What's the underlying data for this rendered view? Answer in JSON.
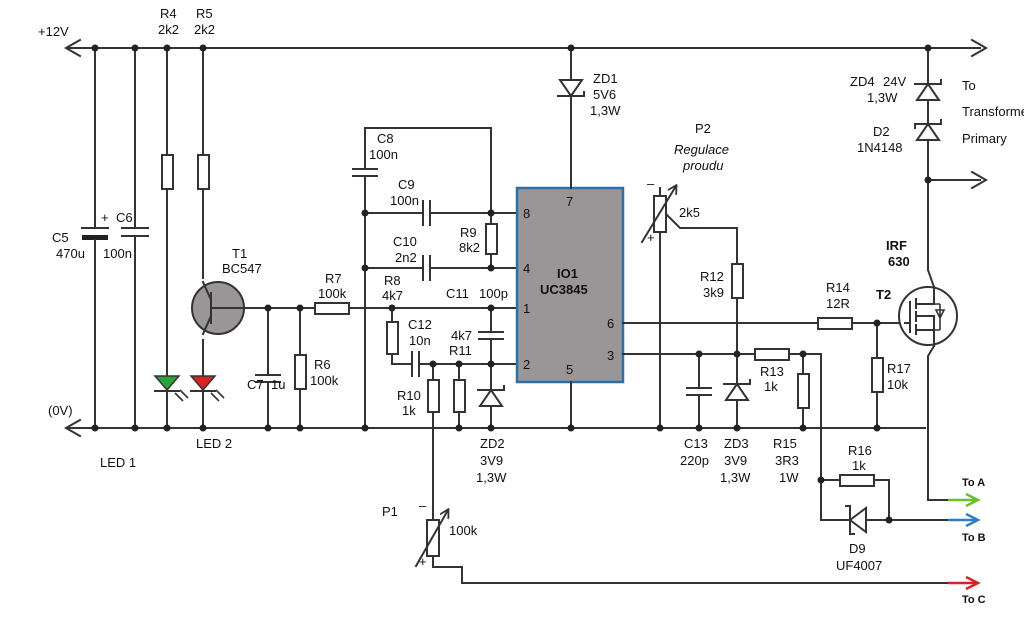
{
  "rails": {
    "vcc": "+12V",
    "gnd": "(0V)"
  },
  "ic": {
    "ref": "IO1",
    "part": "UC3845",
    "pins": {
      "p1": "1",
      "p2": "2",
      "p3": "3",
      "p4": "4",
      "p5": "5",
      "p6": "6",
      "p7": "7",
      "p8": "8"
    }
  },
  "components": {
    "C5": {
      "ref": "C5",
      "value": "470u"
    },
    "C6": {
      "ref": "C6",
      "value": "100n"
    },
    "R4": {
      "ref": "R4",
      "value": "2k2"
    },
    "R5": {
      "ref": "R5",
      "value": "2k2"
    },
    "T1": {
      "ref": "T1",
      "value": "BC547"
    },
    "LED1": {
      "ref": "LED 1"
    },
    "LED2": {
      "ref": "LED 2"
    },
    "C7": {
      "ref": "C7",
      "value": "1u"
    },
    "R6": {
      "ref": "R6",
      "value": "100k"
    },
    "R7": {
      "ref": "R7",
      "value": "100k"
    },
    "C8": {
      "ref": "C8",
      "value": "100n"
    },
    "C9": {
      "ref": "C9",
      "value": "100n"
    },
    "C10": {
      "ref": "C10",
      "value": "2n2"
    },
    "R9": {
      "ref": "R9",
      "value": "8k2"
    },
    "R8": {
      "ref": "R8",
      "value": "4k7"
    },
    "C11": {
      "ref": "C11",
      "value": "100p"
    },
    "C12": {
      "ref": "C12",
      "value": "10n"
    },
    "R11": {
      "ref": "R11",
      "value": "4k7"
    },
    "R10": {
      "ref": "R10",
      "value": "1k"
    },
    "ZD2": {
      "ref": "ZD2",
      "value": "3V9",
      "rating": "1,3W"
    },
    "P1": {
      "ref": "P1",
      "value": "100k"
    },
    "ZD1": {
      "ref": "ZD1",
      "value": "5V6",
      "rating": "1,3W"
    },
    "P2": {
      "ref": "P2",
      "value": "2k5",
      "desc1": "Regulace",
      "desc2": "proudu"
    },
    "R12": {
      "ref": "R12",
      "value": "3k9"
    },
    "C13": {
      "ref": "C13",
      "value": "220p"
    },
    "ZD3": {
      "ref": "ZD3",
      "value": "3V9",
      "rating": "1,3W"
    },
    "R13": {
      "ref": "R13",
      "value": "1k"
    },
    "R15": {
      "ref": "R15",
      "value": "3R3",
      "rating": "1W"
    },
    "R14": {
      "ref": "R14",
      "value": "12R"
    },
    "R17": {
      "ref": "R17",
      "value": "10k"
    },
    "R16": {
      "ref": "R16",
      "value": "1k"
    },
    "D9": {
      "ref": "D9",
      "value": "UF4007"
    },
    "ZD4": {
      "ref": "ZD4",
      "value": "24V",
      "rating": "1,3W"
    },
    "D2": {
      "ref": "D2",
      "value": "1N4148"
    },
    "T2": {
      "ref": "T2",
      "value1": "IRF",
      "value2": "630"
    }
  },
  "outputs": {
    "transformer": [
      "To",
      "Transformer",
      "Primary"
    ],
    "A": "To A",
    "B": "To B",
    "C": "To C"
  },
  "colors": {
    "ic_fill": "#9a9596",
    "ic_border": "#2f6fa8",
    "led_green": "#2aa33a",
    "led_red": "#d42525",
    "arrow_a": "#6bbf2a",
    "arrow_b": "#2f7fc8",
    "arrow_c": "#d42525"
  }
}
